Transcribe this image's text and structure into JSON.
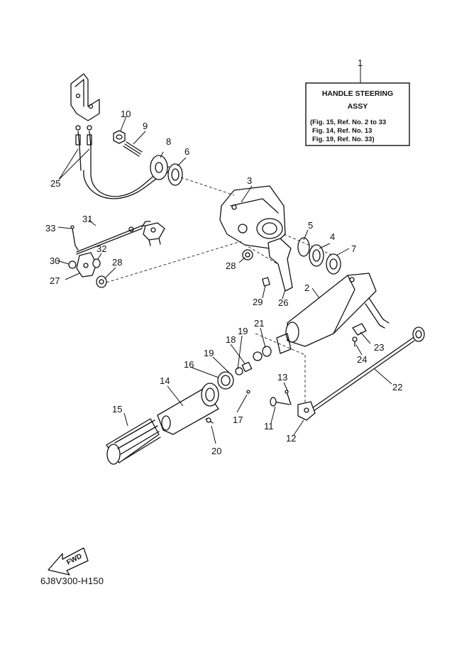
{
  "assembly_box": {
    "title_line1": "HANDLE STEERING",
    "title_line2": "ASSY",
    "ref_lines": [
      "(Fig. 15, Ref. No. 2 to 33",
      "Fig. 14, Ref. No. 13",
      "Fig. 19, Ref. No. 33)"
    ]
  },
  "callouts": [
    "1",
    "2",
    "3",
    "4",
    "5",
    "6",
    "7",
    "8",
    "9",
    "10",
    "11",
    "12",
    "13",
    "14",
    "15",
    "16",
    "17",
    "18",
    "19",
    "19",
    "20",
    "21",
    "22",
    "23",
    "24",
    "25",
    "26",
    "27",
    "28",
    "28",
    "29",
    "30",
    "31",
    "32",
    "33"
  ],
  "fwd_label": "FWD",
  "diagram_code": "6J8V300-H150"
}
